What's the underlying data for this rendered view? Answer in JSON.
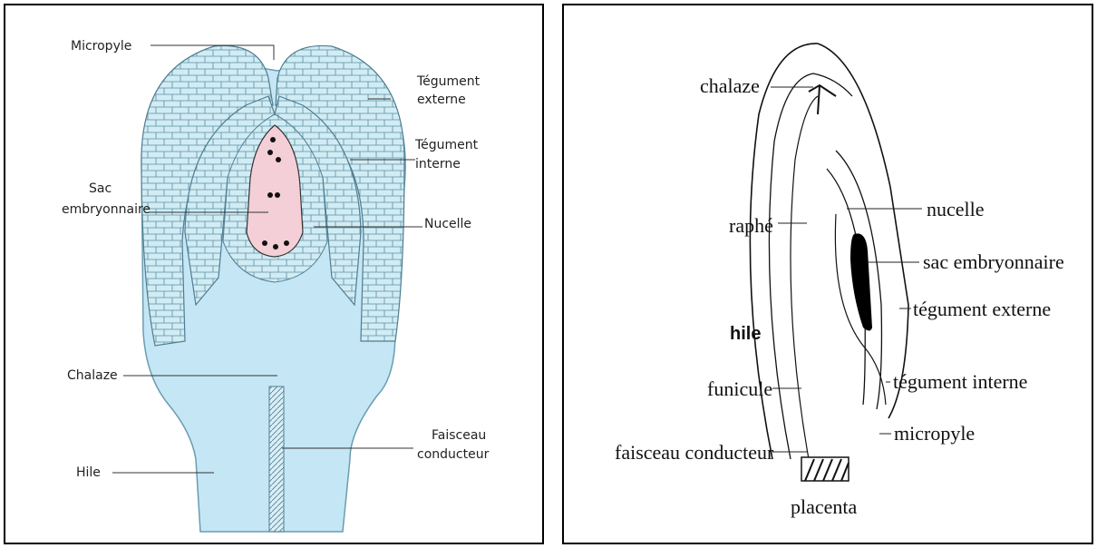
{
  "left_diagram": {
    "labels": {
      "micropyle": "Micropyle",
      "tegument_externe_1": "Tégument",
      "tegument_externe_2": "externe",
      "tegument_interne_1": "Tégument",
      "tegument_interne_2": "interne",
      "sac_1": "Sac",
      "sac_2": "embryonnaire",
      "nucelle": "Nucelle",
      "chalaze": "Chalaze",
      "faisceau_1": "Faisceau",
      "faisceau_2": "conducteur",
      "hile": "Hile"
    },
    "colors": {
      "cells": "#d2ecf4",
      "cell_lines": "#5a8fa3",
      "sac": "#f4cfd8",
      "background_fill": "#c5e6f5"
    }
  },
  "right_diagram": {
    "labels": {
      "chalaze": "chalaze",
      "nucelle": "nucelle",
      "raphe": "raphé",
      "sac": "sac embryonnaire",
      "tegument_externe": "tégument externe",
      "hile": "hile",
      "tegument_interne": "tégument interne",
      "funicule": "funicule",
      "micropyle": "micropyle",
      "faisceau": "faisceau conducteur",
      "placenta": "placenta"
    }
  }
}
